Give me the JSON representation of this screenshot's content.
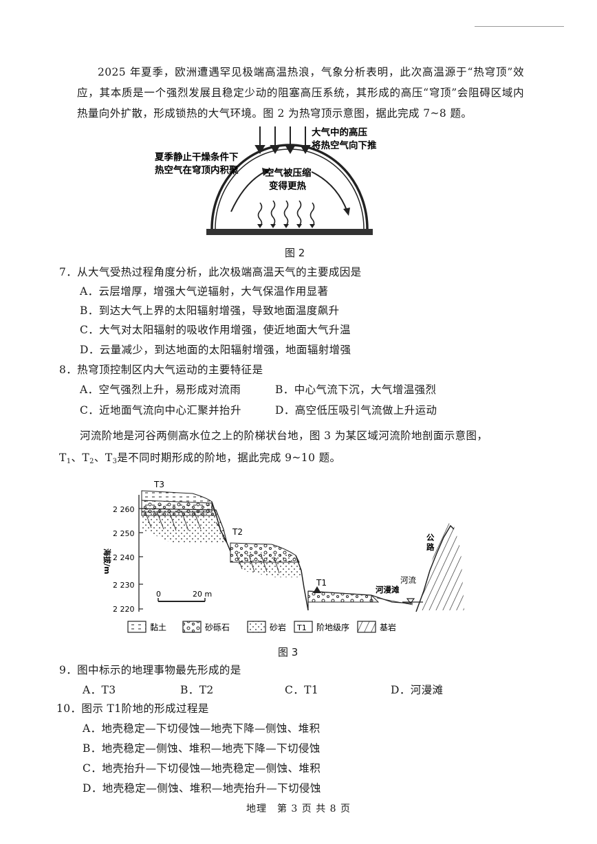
{
  "intro1": "2025 年夏季，欧洲遭遇罕见极端高温热浪，气象分析表明，此次高温源于“热穹顶”效应，其本质是一个强烈发展且稳定少动的阻塞高压系统，其形成的高压“穹顶”会阻碍区域内热量向外扩散，形成锁热的大气环境。图 2 为热穹顶示意图，据此完成 7~8 题。",
  "fig2": {
    "label_top_right_1": "大气中的高压",
    "label_top_right_2": "将热空气向下推",
    "label_left_1": "夏季静止干燥条件下",
    "label_left_2": "热空气在穹顶内积聚",
    "label_center_1": "空气被压缩",
    "label_center_2": "变得更热",
    "caption": "图 2"
  },
  "q7": {
    "stem": "7．从大气受热过程角度分析，此次极端高温天气的主要成因是",
    "options": [
      "A．云层增厚，增强大气逆辐射，大气保温作用显著",
      "B．到达大气上界的太阳辐射增强，导致地面温度飙升",
      "C．大气对太阳辐射的吸收作用增强，使近地面大气升温",
      "D．云量减少，到达地面的太阳辐射增强，地面辐射增强"
    ]
  },
  "q8": {
    "stem": "8．热穹顶控制区内大气运动的主要特征是",
    "options": [
      "A．空气强烈上升，易形成对流雨",
      "B．中心气流下沉，大气增温强烈",
      "C．近地面气流向中心汇聚并抬升",
      "D．高空低压吸引气流做上升运动"
    ]
  },
  "intro2_line1": "河流阶地是河谷两侧高水位之上的阶梯状台地，图 3 为某区域河流阶地剖面示意图，",
  "intro2_line2_pre": "T",
  "intro2_line2_mid1": "、T",
  "intro2_line2_mid2": "、T",
  "intro2_line2_post": "是不同时期形成的阶地，据此完成 9~10 题。",
  "sub1": "1",
  "sub2": "2",
  "sub3": "3",
  "fig3": {
    "ylabel": "海拔/m",
    "yticks": [
      "2 260",
      "2 250",
      "2 240",
      "2 230",
      "2 220"
    ],
    "t3": "T3",
    "t2": "T2",
    "t1": "T1",
    "floodplain": "河漫滩",
    "river": "河流",
    "road": "公路",
    "scale_0": "0",
    "scale_20": "20 m",
    "legend": [
      "黏土",
      "砂砾石",
      "砂岩",
      "阶地级序",
      "基岩"
    ],
    "legend_t1": "T1",
    "caption": "图 3"
  },
  "q9": {
    "stem": "9．图中标示的地理事物最先形成的是",
    "options": [
      "A．T3",
      "B．T2",
      "C．T1",
      "D．河漫滩"
    ]
  },
  "q10": {
    "stem": "10．图示 T1阶地的形成过程是",
    "options": [
      "A．地壳稳定—下切侵蚀—地壳下降—侧蚀、堆积",
      "B．地壳稳定—侧蚀、堆积—地壳下降—下切侵蚀",
      "C．地壳抬升—下切侵蚀—地壳稳定—侧蚀、堆积",
      "D．地壳稳定—侧蚀、堆积—地壳抬升—下切侵蚀"
    ]
  },
  "footer": "地理　第 3 页 共 8 页"
}
